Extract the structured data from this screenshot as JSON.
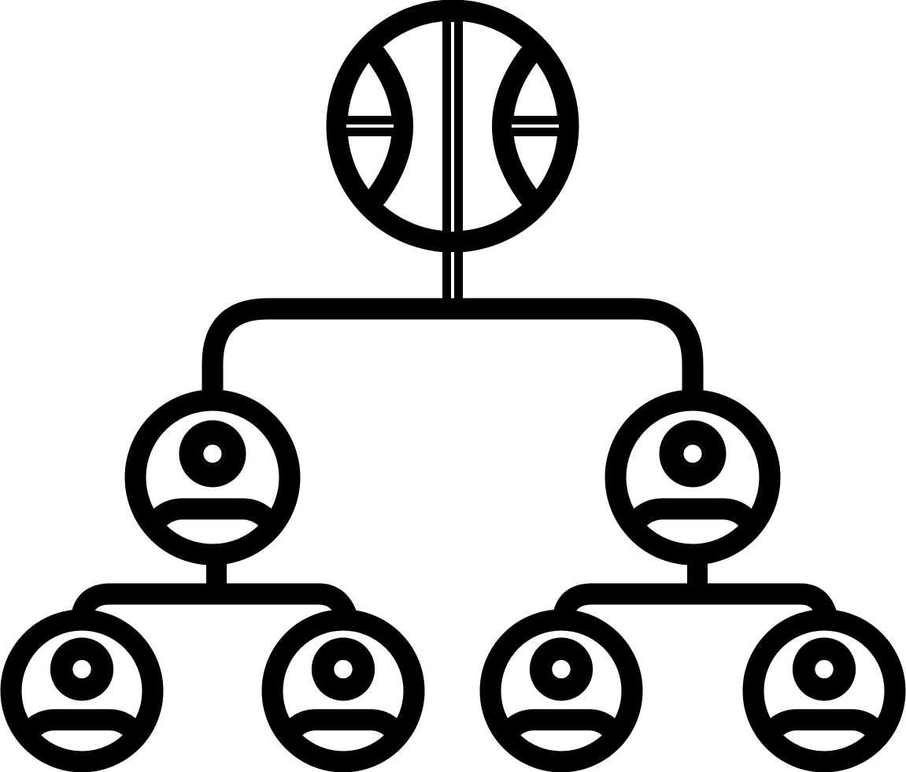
{
  "icon": {
    "name": "basketball-team-hierarchy-icon",
    "style": "line",
    "color": "#000000",
    "background": "#ffffff"
  },
  "nodes": [
    {
      "id": "root",
      "kind": "basketball",
      "level": 0
    },
    {
      "id": "captain-left",
      "kind": "person",
      "level": 1,
      "parent": "root"
    },
    {
      "id": "captain-right",
      "kind": "person",
      "level": 1,
      "parent": "root"
    },
    {
      "id": "player-1",
      "kind": "person",
      "level": 2,
      "parent": "captain-left"
    },
    {
      "id": "player-2",
      "kind": "person",
      "level": 2,
      "parent": "captain-left"
    },
    {
      "id": "player-3",
      "kind": "person",
      "level": 2,
      "parent": "captain-right"
    },
    {
      "id": "player-4",
      "kind": "person",
      "level": 2,
      "parent": "captain-right"
    }
  ]
}
